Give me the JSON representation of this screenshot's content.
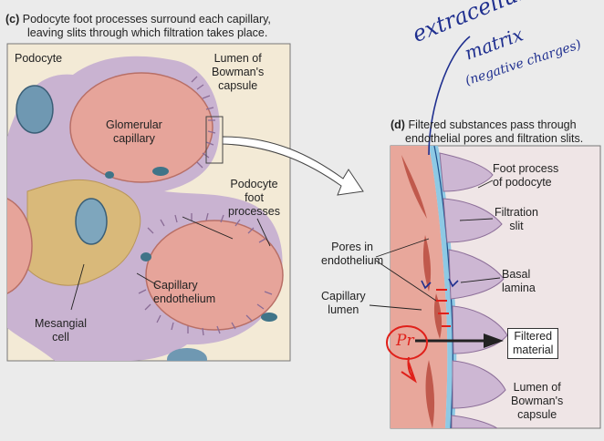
{
  "panel_c": {
    "letter": "(c)",
    "caption_line1": "Podocyte foot processes surround each capillary,",
    "caption_line2": "leaving slits through which filtration takes place.",
    "labels": {
      "podocyte": "Podocyte",
      "lumen_bowman": [
        "Lumen of",
        "Bowman's",
        "capsule"
      ],
      "glomerular_capillary": [
        "Glomerular",
        "capillary"
      ],
      "podocyte_foot_processes": [
        "Podocyte",
        "foot",
        "processes"
      ],
      "capillary_endothelium": [
        "Capillary",
        "endothelium"
      ],
      "mesangial_cell": [
        "Mesangial",
        "cell"
      ]
    }
  },
  "panel_d": {
    "letter": "(d)",
    "caption_line1": "Filtered substances pass through",
    "caption_line2": "endothelial pores and filtration slits.",
    "labels": {
      "foot_process": [
        "Foot process",
        "of podocyte"
      ],
      "filtration_slit": [
        "Filtration",
        "slit"
      ],
      "pores_endothelium": [
        "Pores in",
        "endothelium"
      ],
      "basal_lamina": [
        "Basal",
        "lamina"
      ],
      "capillary_lumen": [
        "Capillary",
        "lumen"
      ],
      "filtered_material": [
        "Filtered",
        "material"
      ],
      "lumen_bowman": [
        "Lumen of",
        "Bowman's",
        "capsule"
      ]
    }
  },
  "handwriting": {
    "line1": "extracellular",
    "line2": "matrix",
    "line3": "(negative charges)",
    "pr": "Pr"
  },
  "colors": {
    "background": "#ebebeb",
    "panel_bg": "#f3ead6",
    "podocyte": "#c9b3d1",
    "capillary": "#e6a49a",
    "mesangium": "#d9b97a",
    "annotation_blue": "#1f2f8f",
    "annotation_red": "#e0201a"
  }
}
